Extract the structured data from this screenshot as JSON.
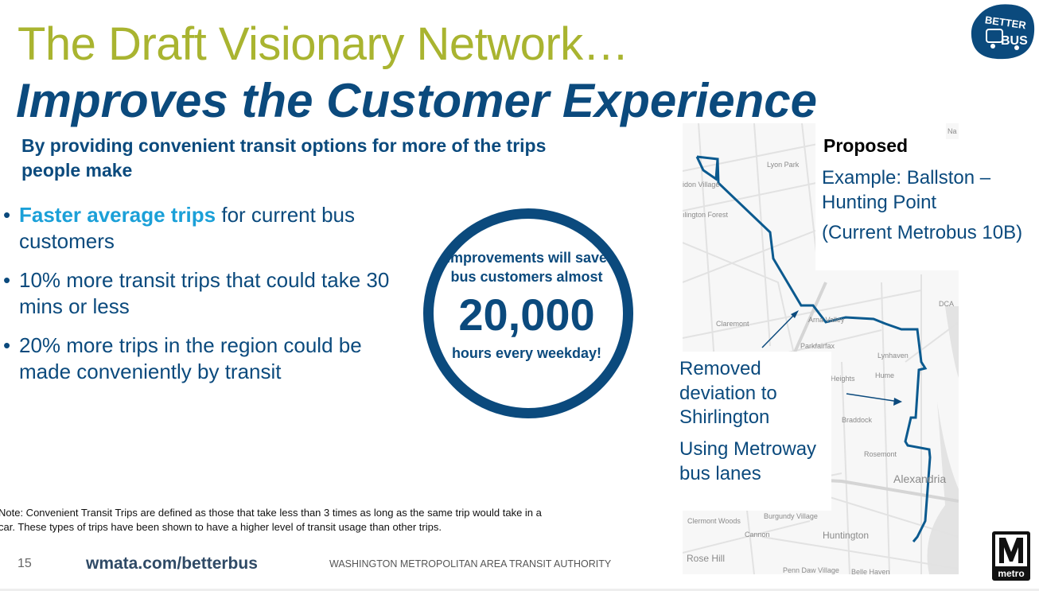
{
  "title_line1": "The Draft Visionary Network…",
  "title_line2": "Improves the Customer Experience",
  "subtitle": "By providing convenient transit options for more of the trips people make",
  "bullets": [
    {
      "highlight": "Faster average trips",
      "text": " for current bus customers"
    },
    {
      "highlight": "",
      "text": "10% more transit trips that could take 30 mins or less"
    },
    {
      "highlight": "",
      "text": "20% more trips in the region could be made conveniently by transit"
    }
  ],
  "callout": {
    "line1": "Improvements will save bus customers almost",
    "number": "20,000",
    "line2": "hours every weekday!"
  },
  "map": {
    "proposed": "Proposed",
    "example": "Example: Ballston – Hunting Point",
    "current": "(Current Metrobus 10B)",
    "removed": "Removed deviation to Shirlington",
    "using": "Using Metroway bus lanes",
    "labels": [
      "Lyon Park",
      "idon Village",
      "ılington Forest",
      "Claremont",
      "Arna Valley",
      "Parkfairfax",
      "DCA",
      "Lynhaven",
      "Heights",
      "Hume",
      "Braddock",
      "Rosemont",
      "Alexandria",
      "Burgundy Village",
      "Clermont Woods",
      "Cannon",
      "Huntington",
      "Rose Hill",
      "Penn Daw Village",
      "Belle Haven",
      "Na"
    ]
  },
  "note": "Note: Convenient Transit Trips are defined as those that take less than 3 times as long as the same trip would take in a car.  These types of trips have been shown to have a higher level of transit usage than other trips.",
  "footer": {
    "page": "15",
    "url": "wmata.com/betterbus",
    "org": "WASHINGTON METROPOLITAN AREA TRANSIT AUTHORITY"
  },
  "logos": {
    "betterbus": "BETTER BUS",
    "metro": "metro"
  },
  "colors": {
    "title_green": "#a9b430",
    "brand_blue": "#0b4a7d",
    "highlight_blue": "#1ba0d8"
  }
}
